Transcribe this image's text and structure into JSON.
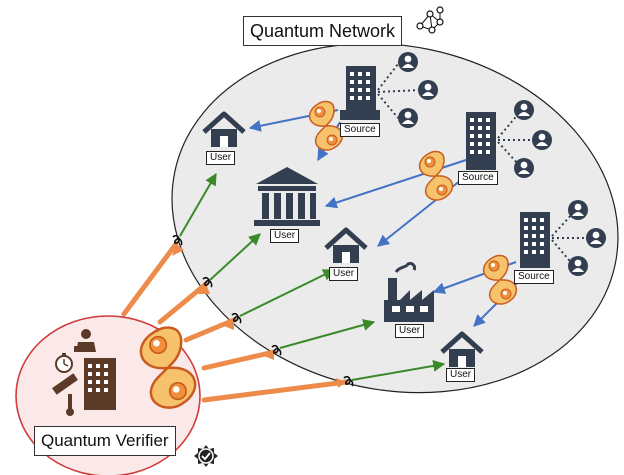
{
  "network": {
    "title": "Quantum Network"
  },
  "verifier": {
    "title": "Quantum Verifier"
  },
  "labels": {
    "source_1": "Source",
    "source_2": "Source",
    "source_3": "Source",
    "user_home_1": "User",
    "user_bank": "User",
    "user_home_2": "User",
    "user_factory": "User",
    "user_home_3": "User"
  },
  "colors": {
    "network_fill": "#ebebeb",
    "verifier_fill": "#fbe9e9",
    "verifier_border": "#d33a3a",
    "building": "#333f50",
    "blue_arrow": "#4472c4",
    "green_arrow": "#3a8a2a",
    "orange_arrow": "#ed8b4a",
    "entangled_fill": "#f6c26b",
    "verifier_building": "#5c3a28"
  }
}
